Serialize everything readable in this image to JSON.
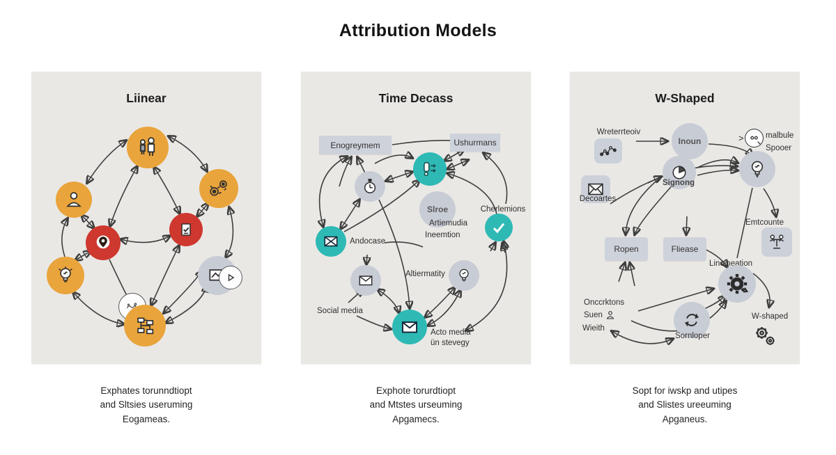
{
  "title": "Attribution Models",
  "panels": {
    "linear": {
      "title": "Liinear",
      "caption": {
        "line1": "Exphates torunndtiopt",
        "line2": "and Sltsies useruming",
        "line3": "Eogameas."
      }
    },
    "time_decay": {
      "title": "Time Decass",
      "caption": {
        "line1": "Exphote torurdtiopt",
        "line2": "and Mtstes urseuming",
        "line3": "Apgamecs."
      },
      "labels": {
        "engagement_box": "Enogreymem",
        "users_box": "Ushurmans",
        "stage_node": "Slroe",
        "cherlemions": "Cherlemions",
        "artiemudia": "Artiemudia",
        "ineemtion": "Ineemtion",
        "andocase": "Andocase",
        "altermatity": "Altiermatity",
        "social_media": "Social media",
        "acto_media": "Acto media",
        "un_stevegy": "ün stevegy"
      }
    },
    "w_shaped": {
      "title": "W-Shaped",
      "caption": {
        "line1": "Sopt for iwskp and utipes",
        "line2": "and Slistes ureeuming",
        "line3": "Apganeus."
      },
      "labels": {
        "wreterrteoiv": "Wreterrteoiv",
        "inoun_node": "Inoun",
        "gt_symbol": ">",
        "malbule": "malbule",
        "spooer": "Spooer",
        "decoartes": "Decoartes",
        "signong": "Signong",
        "ropen_box": "Ropen",
        "fliease_box": "Fliease",
        "emtcounte": "Emtcounte",
        "linoineation": "Linoineation",
        "onccrktons": "Onccrktons",
        "suen": "Suen",
        "wieith": "Wieith",
        "sornloper": "Sornloper",
        "w_shaped_label": "W-shaped"
      }
    }
  },
  "colors": {
    "panel_bg": "#e9e8e5",
    "orange": "#e9a43c",
    "red": "#ce382f",
    "teal": "#2eb9b5",
    "gray_node": "#c8ccd5",
    "gray_box": "#ced2da",
    "arrow": "#3e3e3e"
  }
}
